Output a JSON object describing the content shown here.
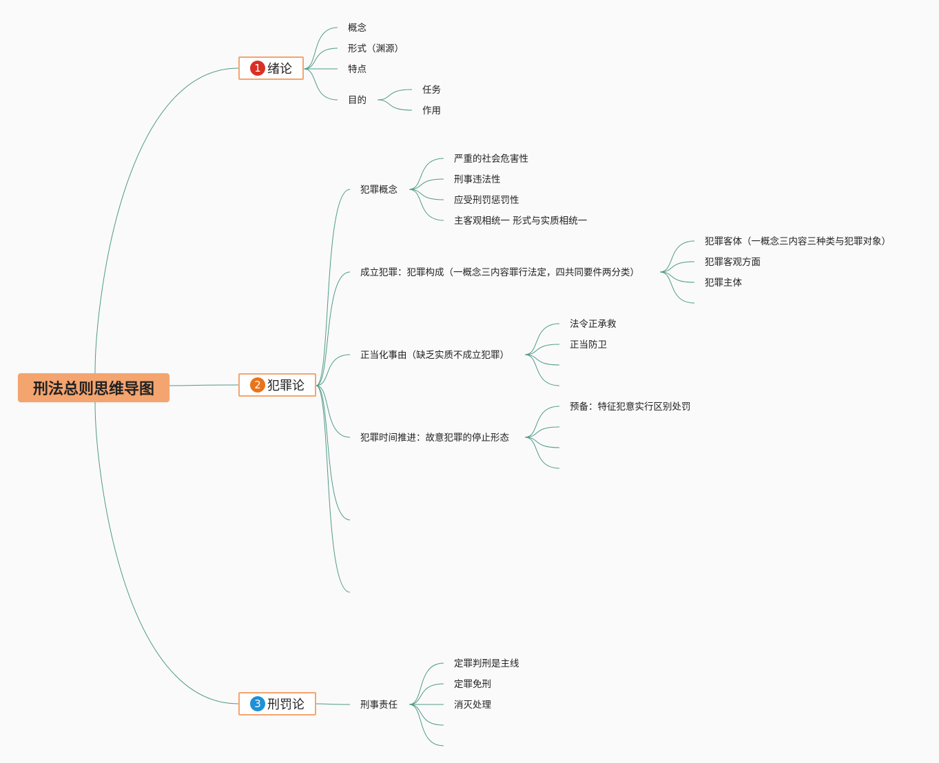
{
  "root": {
    "label": "刑法总则思维导图"
  },
  "branches": [
    {
      "num": "1",
      "label": "绪论",
      "badge_color": "#d93025"
    },
    {
      "num": "2",
      "label": "犯罪论",
      "badge_color": "#e8731a"
    },
    {
      "num": "3",
      "label": "刑罚论",
      "badge_color": "#1e90d6"
    }
  ],
  "intro": {
    "concept": "概念",
    "form": "形式（渊源）",
    "features": "特点",
    "purpose": "目的",
    "task": "任务",
    "function": "作用"
  },
  "crime": {
    "concept": "犯罪概念",
    "concept_items": [
      "严重的社会危害性",
      "刑事违法性",
      "应受刑罚惩罚性",
      "主客观相统一 形式与实质相统一"
    ],
    "constitution": "成立犯罪：犯罪构成（一概念三内容罪行法定，四共同要件两分类）",
    "constitution_items": [
      "犯罪客体（一概念三内容三种类与犯罪对象）",
      "犯罪客观方面",
      "犯罪主体"
    ],
    "justification": "正当化事由（缺乏实质不成立犯罪）",
    "justification_items": [
      "法令正承救",
      "正当防卫"
    ],
    "stages": "犯罪时间推进：故意犯罪的停止形态",
    "stages_items": [
      "预备：特征犯意实行区别处罚"
    ]
  },
  "punishment": {
    "liability": "刑事责任",
    "liability_items": [
      "定罪判刑是主线",
      "定罪免刑",
      "消灭处理"
    ]
  },
  "colors": {
    "line": "#4e9a86",
    "root_fill": "#f4a46e",
    "branch_border": "#f4a46e"
  }
}
